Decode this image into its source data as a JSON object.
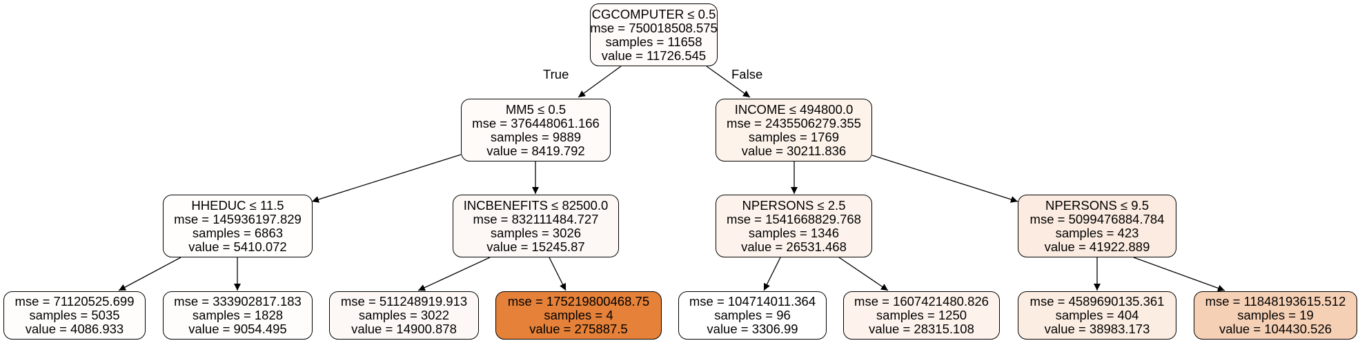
{
  "colors": {
    "n0": "#fefbf9",
    "n1": "#fefbf9",
    "n2": "#fdf3ea",
    "n3": "#fffefd",
    "n4": "#fdf8f5",
    "n5": "#fdf3ec",
    "n6": "#fbebe0",
    "n7": "#fefdfc",
    "n8": "#fefdfc",
    "n9": "#fdf8f5",
    "n10": "#e58139",
    "n11": "#ffffff",
    "n12": "#fdf2ec",
    "n13": "#fcede2",
    "n14": "#f6d0b5"
  },
  "edge_labels": {
    "true_label": "True",
    "false_label": "False"
  },
  "nodes": {
    "n0": {
      "split": "CGCOMPUTER ≤ 0.5",
      "mse": "mse = 750018508.575",
      "samples": "samples = 11658",
      "value": "value = 11726.545"
    },
    "n1": {
      "split": "MM5 ≤ 0.5",
      "mse": "mse = 376448061.166",
      "samples": "samples = 9889",
      "value": "value = 8419.792"
    },
    "n2": {
      "split": "INCOME ≤ 494800.0",
      "mse": "mse = 2435506279.355",
      "samples": "samples = 1769",
      "value": "value = 30211.836"
    },
    "n3": {
      "split": "HHEDUC ≤ 11.5",
      "mse": "mse = 145936197.829",
      "samples": "samples = 6863",
      "value": "value = 5410.072"
    },
    "n4": {
      "split": "INCBENEFITS ≤ 82500.0",
      "mse": "mse = 832111484.727",
      "samples": "samples = 3026",
      "value": "value = 15245.87"
    },
    "n5": {
      "split": "NPERSONS ≤ 2.5",
      "mse": "mse = 1541668829.768",
      "samples": "samples = 1346",
      "value": "value = 26531.468"
    },
    "n6": {
      "split": "NPERSONS ≤ 9.5",
      "mse": "mse = 5099476884.784",
      "samples": "samples = 423",
      "value": "value = 41922.889"
    },
    "n7": {
      "mse": "mse = 71120525.699",
      "samples": "samples = 5035",
      "value": "value = 4086.933"
    },
    "n8": {
      "mse": "mse = 333902817.183",
      "samples": "samples = 1828",
      "value": "value = 9054.495"
    },
    "n9": {
      "mse": "mse = 511248919.913",
      "samples": "samples = 3022",
      "value": "value = 14900.878"
    },
    "n10": {
      "mse": "mse = 175219800468.75",
      "samples": "samples = 4",
      "value": "value = 275887.5"
    },
    "n11": {
      "mse": "mse = 104714011.364",
      "samples": "samples = 96",
      "value": "value = 3306.99"
    },
    "n12": {
      "mse": "mse = 1607421480.826",
      "samples": "samples = 1250",
      "value": "value = 28315.108"
    },
    "n13": {
      "mse": "mse = 4589690135.361",
      "samples": "samples = 404",
      "value": "value = 38983.173"
    },
    "n14": {
      "mse": "mse = 11848193615.512",
      "samples": "samples = 19",
      "value": "value = 104430.526"
    }
  }
}
